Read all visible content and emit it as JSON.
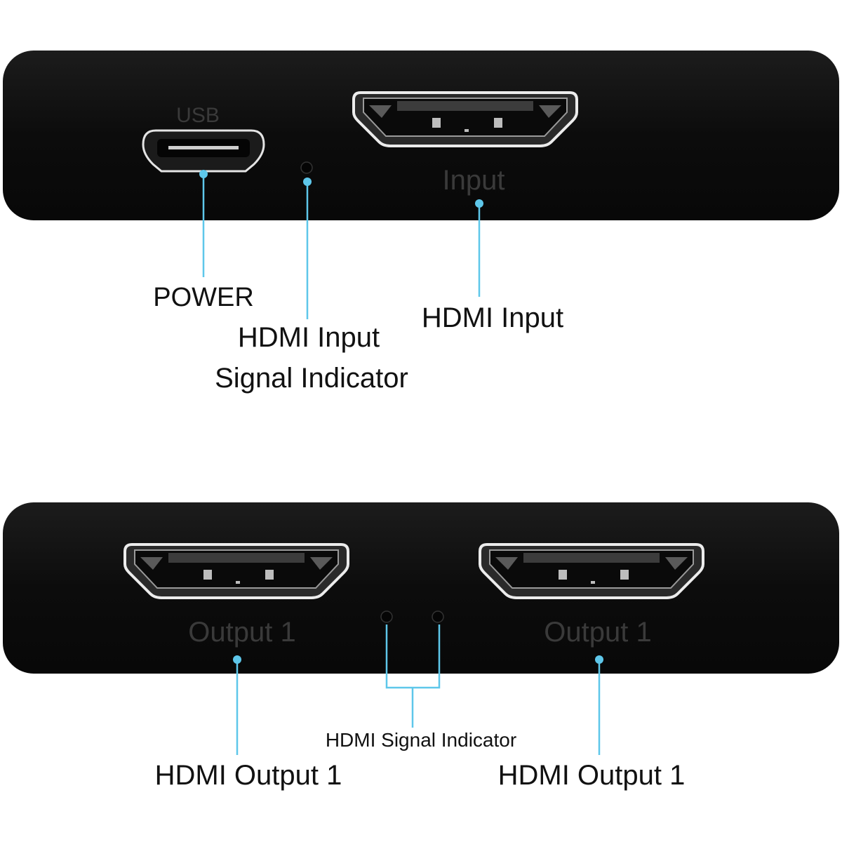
{
  "colors": {
    "device_body": "#0d0d0d",
    "port_outline": "#e9e9e9",
    "leader_line": "#5ec7ea",
    "label_text": "#111111",
    "device_print": "#3a3a3a"
  },
  "top_panel": {
    "usb_print": "USB",
    "input_print": "Input",
    "icons": [
      "usb-micro-port-icon",
      "led-indicator-icon",
      "hdmi-port-icon"
    ]
  },
  "bottom_panel": {
    "output_left_print": "Output 1",
    "output_right_print": "Output 1",
    "icons": [
      "hdmi-port-icon",
      "led-indicator-icon",
      "led-indicator-icon",
      "hdmi-port-icon"
    ]
  },
  "callouts": {
    "power": "POWER",
    "input_signal_line1": "HDMI Input",
    "input_signal_line2": "Signal Indicator",
    "hdmi_input": "HDMI Input",
    "signal_indicator": "HDMI Signal Indicator",
    "hdmi_output_left": "HDMI Output 1",
    "hdmi_output_right": "HDMI Output 1"
  }
}
